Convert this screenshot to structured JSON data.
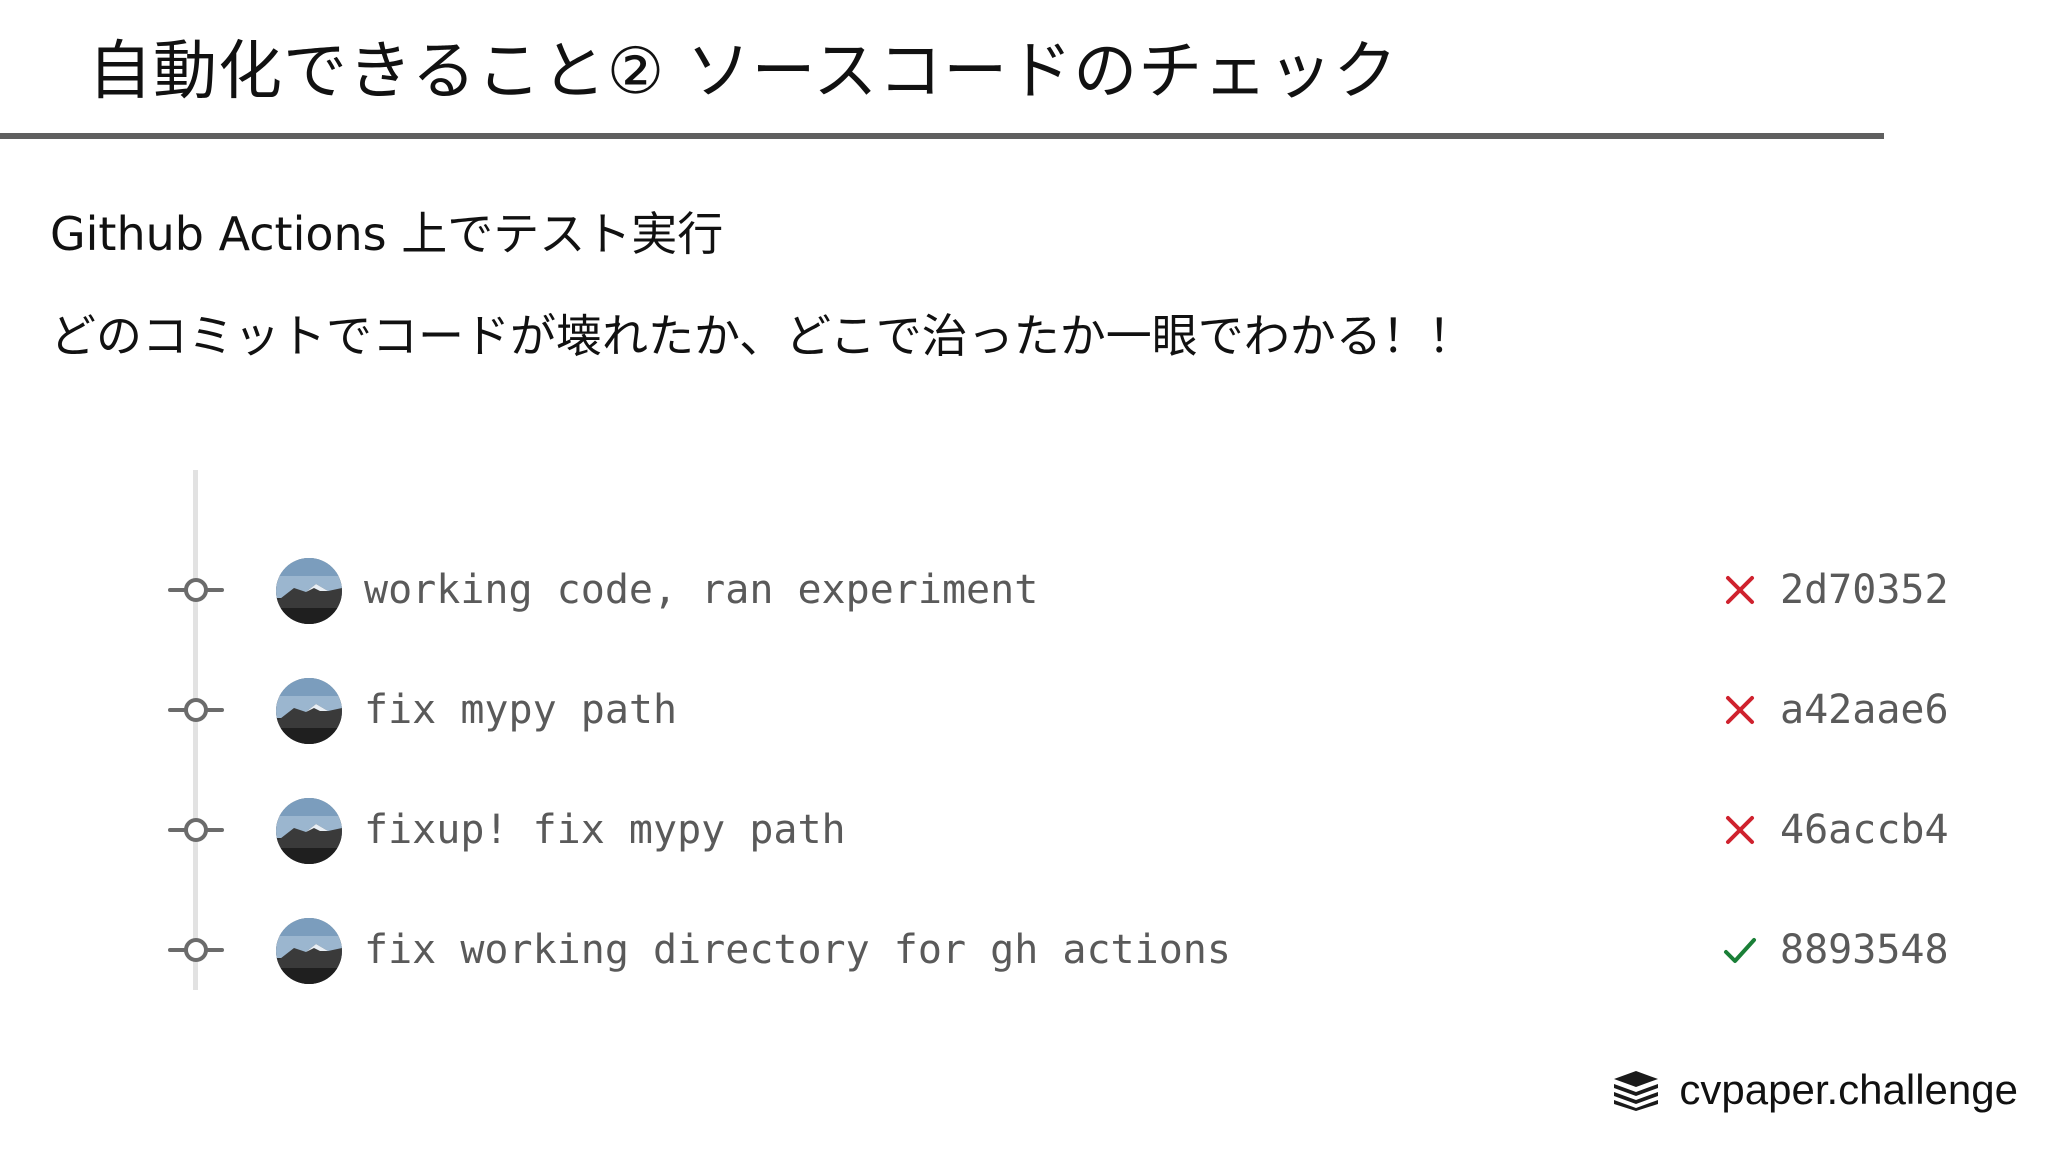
{
  "slide": {
    "title": "自動化できること② ソースコードのチェック",
    "lines": [
      "Github Actions 上でテスト実行",
      "どのコミットでコードが壊れたか、どこで治ったか一眼でわかる！！"
    ]
  },
  "commits": [
    {
      "message": "working code, ran experiment",
      "status": "failure",
      "status_icon": "x-icon",
      "sha": "2d70352"
    },
    {
      "message": "fix mypy path",
      "status": "failure",
      "status_icon": "x-icon",
      "sha": "a42aae6"
    },
    {
      "message": "fixup! fix mypy path",
      "status": "failure",
      "status_icon": "x-icon",
      "sha": "46accb4"
    },
    {
      "message": "fix working directory for gh actions",
      "status": "success",
      "status_icon": "check-icon",
      "sha": "8893548"
    }
  ],
  "colors": {
    "failure": "#cf222e",
    "success": "#1a7f37",
    "commit_text": "#5a5a5a",
    "title_rule": "#5f5f5f"
  },
  "brand": {
    "name": "cvpaper.challenge",
    "icon": "stacked-layers-icon"
  }
}
